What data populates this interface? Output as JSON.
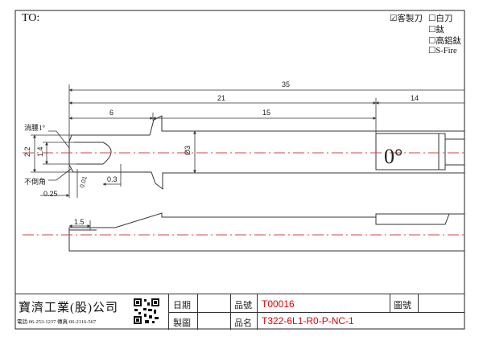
{
  "header": {
    "to_label": "TO:"
  },
  "options": [
    {
      "label": "☑客製刀"
    },
    {
      "label": "☐白刀"
    },
    {
      "label": "☐鈦"
    },
    {
      "label": "☐高鋁鈦"
    },
    {
      "label": "☐S-Fire"
    }
  ],
  "dimensions": {
    "overall": "35",
    "middle": "21",
    "right": "14",
    "short": "6",
    "neck": "15",
    "dia_left": "2.2",
    "dia_inner": "1.4",
    "dia_shank": "Ø3",
    "tip": "0.25",
    "step": "0.3",
    "angle_small": "0.01",
    "lower_len": "1.5"
  },
  "annotations": {
    "relief": "消腰1°",
    "no_chamfer": "不倒角",
    "angle_box": "0°"
  },
  "title_block": {
    "company_name": "寶濟工業(股)公司",
    "company_contact": "電話:06-253-1237 傳真:06-2116-567",
    "date_label": "日期",
    "drawing_label": "製圖",
    "part_no_label": "品號",
    "part_no_value": "T00016",
    "part_name_label": "品名",
    "part_name_value": "T322-6L1-R0-P-NC-1",
    "drawing_no_label": "圖號"
  }
}
